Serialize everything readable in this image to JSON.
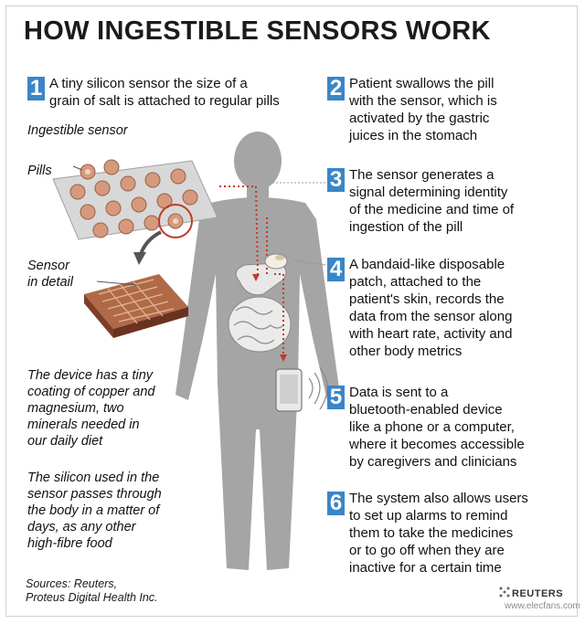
{
  "title": "HOW INGESTIBLE SENSORS WORK",
  "steps": [
    {
      "num": "1",
      "lines": [
        "A tiny silicon sensor the size of a",
        "grain of salt is attached to regular pills"
      ]
    },
    {
      "num": "2",
      "lines": [
        "Patient swallows the pill",
        "with the sensor, which is",
        "activated by the gastric",
        "juices in the stomach"
      ]
    },
    {
      "num": "3",
      "lines": [
        "The sensor generates a",
        "signal determining identity",
        "of the medicine and time of",
        "ingestion of the pill"
      ]
    },
    {
      "num": "4",
      "lines": [
        "A bandaid-like disposable",
        "patch, attached to the",
        "patient's skin, records the",
        "data from the sensor along",
        "with heart rate, activity and",
        "other body metrics"
      ]
    },
    {
      "num": "5",
      "lines": [
        "Data is sent to a",
        "bluetooth-enabled device",
        "like a phone or a computer,",
        "where it becomes accessible",
        "by caregivers and clinicians"
      ]
    },
    {
      "num": "6",
      "lines": [
        "The system also allows users",
        "to set up alarms to remind",
        "them to take the medicines",
        "or to go off when they are",
        "inactive for a certain time"
      ]
    }
  ],
  "labels": {
    "ingestible_sensor": "Ingestible sensor",
    "pills": "Pills",
    "sensor_detail": [
      "Sensor",
      "in detail"
    ]
  },
  "notes": {
    "coating": [
      "The device has a tiny",
      "coating of copper and",
      "magnesium, two",
      "minerals needed in",
      "our daily diet"
    ],
    "silicon": [
      "The silicon used in the",
      "sensor passes through",
      "the body in a matter of",
      "days,  as any other",
      "high-fibre food"
    ]
  },
  "sources": [
    "Sources: Reuters,",
    "Proteus Digital Health Inc."
  ],
  "credit": "REUTERS",
  "watermark": "www.elecfans.com",
  "colors": {
    "badge": "#3b86c6",
    "body": "#a3a3a3",
    "pill": "#d59a7d",
    "chip": "#8a4a2f",
    "path": "#c0392b"
  }
}
